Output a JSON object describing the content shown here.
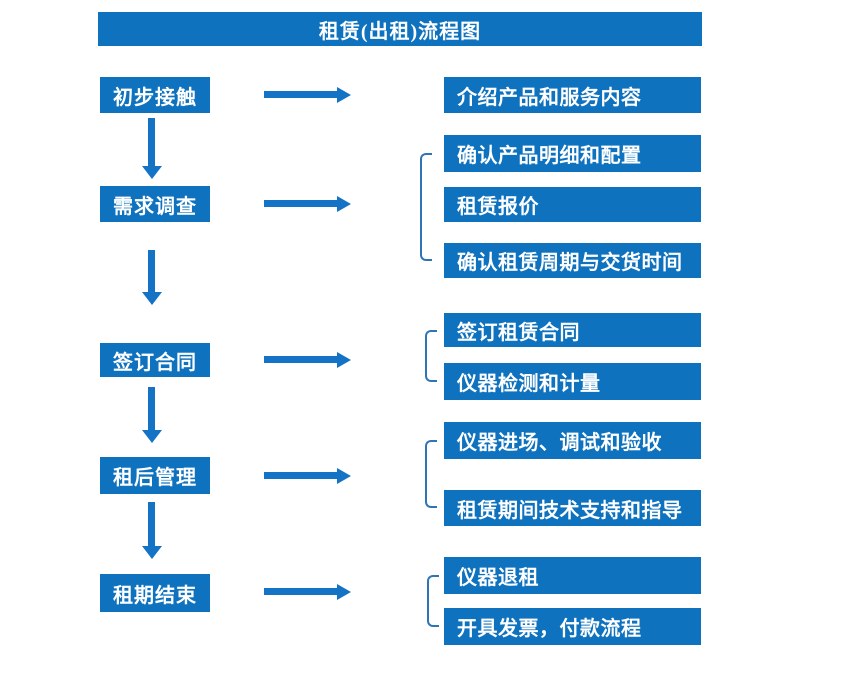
{
  "title": "租赁(出租)流程图",
  "colors": {
    "box_fill": "#0f72be",
    "arrow": "#1473c4",
    "bracket": "#2e75b6",
    "text": "#ffffff",
    "background": "#ffffff"
  },
  "flow": {
    "steps": [
      {
        "label": "初步接触",
        "substeps": [
          "介绍产品和服务内容"
        ]
      },
      {
        "label": "需求调查",
        "substeps": [
          "确认产品明细和配置",
          "租赁报价",
          "确认租赁周期与交货时间"
        ]
      },
      {
        "label": "签订合同",
        "substeps": [
          "签订租赁合同",
          "仪器检测和计量"
        ]
      },
      {
        "label": "租后管理",
        "substeps": [
          "仪器进场、调试和验收",
          "租赁期间技术支持和指导"
        ]
      },
      {
        "label": "租期结束",
        "substeps": [
          "仪器退租",
          "开具发票，付款流程"
        ]
      }
    ]
  }
}
